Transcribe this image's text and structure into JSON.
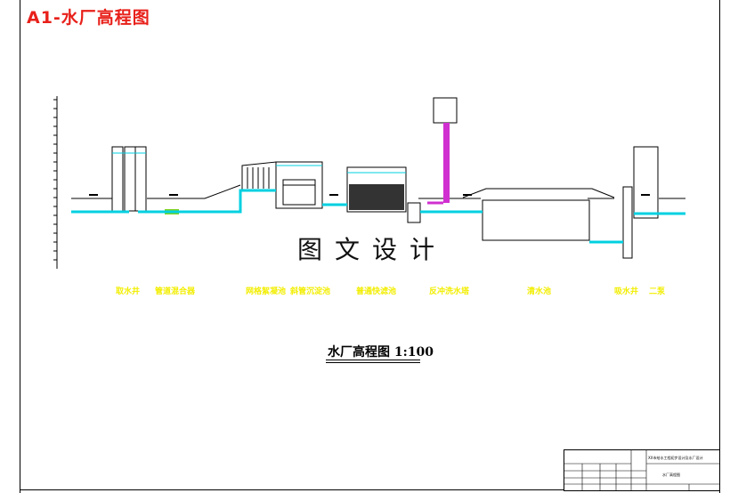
{
  "sheet_title": "A1-水厂高程图",
  "watermark": "图文设计",
  "caption": "水厂高程图  1:100",
  "units": [
    {
      "label": "取水井"
    },
    {
      "label": "管道混合器"
    },
    {
      "label": "网格絮凝池"
    },
    {
      "label": "斜管沉淀池"
    },
    {
      "label": "普通快滤池"
    },
    {
      "label": "反冲洗水塔"
    },
    {
      "label": "清水池"
    },
    {
      "label": "吸水井"
    },
    {
      "label": "二泵"
    }
  ],
  "title_block": {
    "project": "XX市给水工程初步设计及水厂设计",
    "drawing_name": "水厂高程图"
  },
  "colors": {
    "title": "#e8201a",
    "water": "#00d0e0",
    "pipe_purple": "#d030d0",
    "unit_label": "#f2ee00",
    "mixer": "#7ed321"
  }
}
